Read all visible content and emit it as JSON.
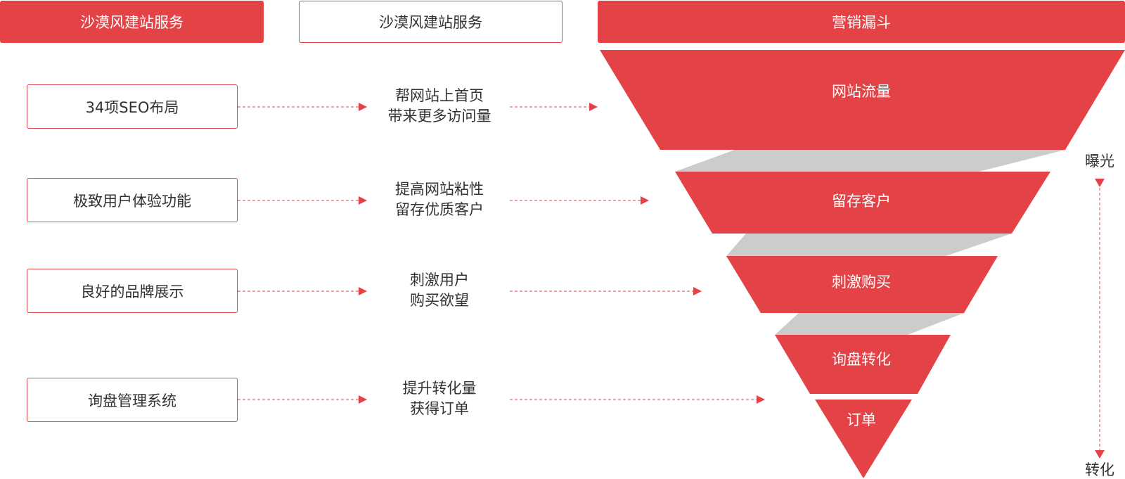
{
  "headers": {
    "left": "沙漠风建站服务",
    "middle": "沙漠风建站服务",
    "right": "营销漏斗"
  },
  "services": [
    "34项SEO布局",
    "极致用户体验功能",
    "良好的品牌展示",
    "询盘管理系统"
  ],
  "benefits": [
    {
      "line1": "帮网站上首页",
      "line2": "带来更多访问量"
    },
    {
      "line1": "提高网站粘性",
      "line2": "留存优质客户"
    },
    {
      "line1": "刺激用户",
      "line2": "购买欲望"
    },
    {
      "line1": "提升转化量",
      "line2": "获得订单"
    }
  ],
  "funnel": {
    "stages": [
      "网站流量",
      "留存客户",
      "刺激购买",
      "询盘转化",
      "订单"
    ]
  },
  "axis": {
    "top": "曝光",
    "bottom": "转化"
  },
  "colors": {
    "accent": "#e34346",
    "connector": "#cccccc",
    "text": "#333333"
  }
}
